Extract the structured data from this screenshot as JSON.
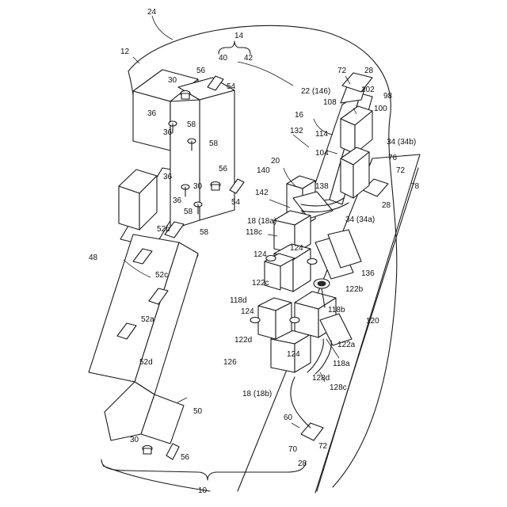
{
  "figure": {
    "labels": [
      {
        "id": "ref-24",
        "text": "24"
      },
      {
        "id": "ref-12",
        "text": "12"
      },
      {
        "id": "ref-14",
        "text": "14"
      },
      {
        "id": "ref-40",
        "text": "40"
      },
      {
        "id": "ref-42",
        "text": "42"
      },
      {
        "id": "ref-56-top",
        "text": "56"
      },
      {
        "id": "ref-54-top",
        "text": "54"
      },
      {
        "id": "ref-30-top",
        "text": "30"
      },
      {
        "id": "ref-36-a",
        "text": "36"
      },
      {
        "id": "ref-36-b",
        "text": "36"
      },
      {
        "id": "ref-58-a",
        "text": "58"
      },
      {
        "id": "ref-58-b",
        "text": "58"
      },
      {
        "id": "ref-36-c",
        "text": "36"
      },
      {
        "id": "ref-36-d",
        "text": "36"
      },
      {
        "id": "ref-56-mid",
        "text": "56"
      },
      {
        "id": "ref-30-mid",
        "text": "30"
      },
      {
        "id": "ref-54-mid",
        "text": "54"
      },
      {
        "id": "ref-58-c",
        "text": "58"
      },
      {
        "id": "ref-58-d",
        "text": "58"
      },
      {
        "id": "ref-48",
        "text": "48"
      },
      {
        "id": "ref-52b",
        "text": "52b"
      },
      {
        "id": "ref-52c",
        "text": "52c"
      },
      {
        "id": "ref-52a",
        "text": "52a"
      },
      {
        "id": "ref-52d",
        "text": "52d"
      },
      {
        "id": "ref-50",
        "text": "50"
      },
      {
        "id": "ref-30-bot",
        "text": "30"
      },
      {
        "id": "ref-56-bot",
        "text": "56"
      },
      {
        "id": "ref-10",
        "text": "10"
      },
      {
        "id": "ref-72-top",
        "text": "72"
      },
      {
        "id": "ref-28-top",
        "text": "28"
      },
      {
        "id": "ref-22",
        "text": "22 (146)"
      },
      {
        "id": "ref-108",
        "text": "108"
      },
      {
        "id": "ref-102",
        "text": "102"
      },
      {
        "id": "ref-98",
        "text": "98"
      },
      {
        "id": "ref-100",
        "text": "100"
      },
      {
        "id": "ref-16",
        "text": "16"
      },
      {
        "id": "ref-114",
        "text": "114"
      },
      {
        "id": "ref-34-34b",
        "text": "34 (34b)"
      },
      {
        "id": "ref-132",
        "text": "132"
      },
      {
        "id": "ref-76",
        "text": "76"
      },
      {
        "id": "ref-104",
        "text": "104"
      },
      {
        "id": "ref-20",
        "text": "20"
      },
      {
        "id": "ref-72-mid",
        "text": "72"
      },
      {
        "id": "ref-140",
        "text": "140"
      },
      {
        "id": "ref-138",
        "text": "138"
      },
      {
        "id": "ref-78",
        "text": "78"
      },
      {
        "id": "ref-142",
        "text": "142"
      },
      {
        "id": "ref-28-mid",
        "text": "28"
      },
      {
        "id": "ref-18-18a",
        "text": "18 (18a)"
      },
      {
        "id": "ref-118c",
        "text": "118c"
      },
      {
        "id": "ref-34-34a",
        "text": "34 (34a)"
      },
      {
        "id": "ref-124-a",
        "text": "124"
      },
      {
        "id": "ref-124-b",
        "text": "124"
      },
      {
        "id": "ref-136",
        "text": "136"
      },
      {
        "id": "ref-122c",
        "text": "122c"
      },
      {
        "id": "ref-122b",
        "text": "122b"
      },
      {
        "id": "ref-118d",
        "text": "118d"
      },
      {
        "id": "ref-124-c",
        "text": "124"
      },
      {
        "id": "ref-118b",
        "text": "118b"
      },
      {
        "id": "ref-122d",
        "text": "122d"
      },
      {
        "id": "ref-120",
        "text": "120"
      },
      {
        "id": "ref-126",
        "text": "126"
      },
      {
        "id": "ref-124-d",
        "text": "124"
      },
      {
        "id": "ref-118a",
        "text": "118a"
      },
      {
        "id": "ref-122a",
        "text": "122a"
      },
      {
        "id": "ref-128c",
        "text": "128c"
      },
      {
        "id": "ref-128d",
        "text": "128d"
      },
      {
        "id": "ref-18-18b",
        "text": "18 (18b)"
      },
      {
        "id": "ref-60",
        "text": "60"
      },
      {
        "id": "ref-70",
        "text": "70"
      },
      {
        "id": "ref-72-bot",
        "text": "72"
      },
      {
        "id": "ref-28-bot",
        "text": "28"
      }
    ]
  }
}
